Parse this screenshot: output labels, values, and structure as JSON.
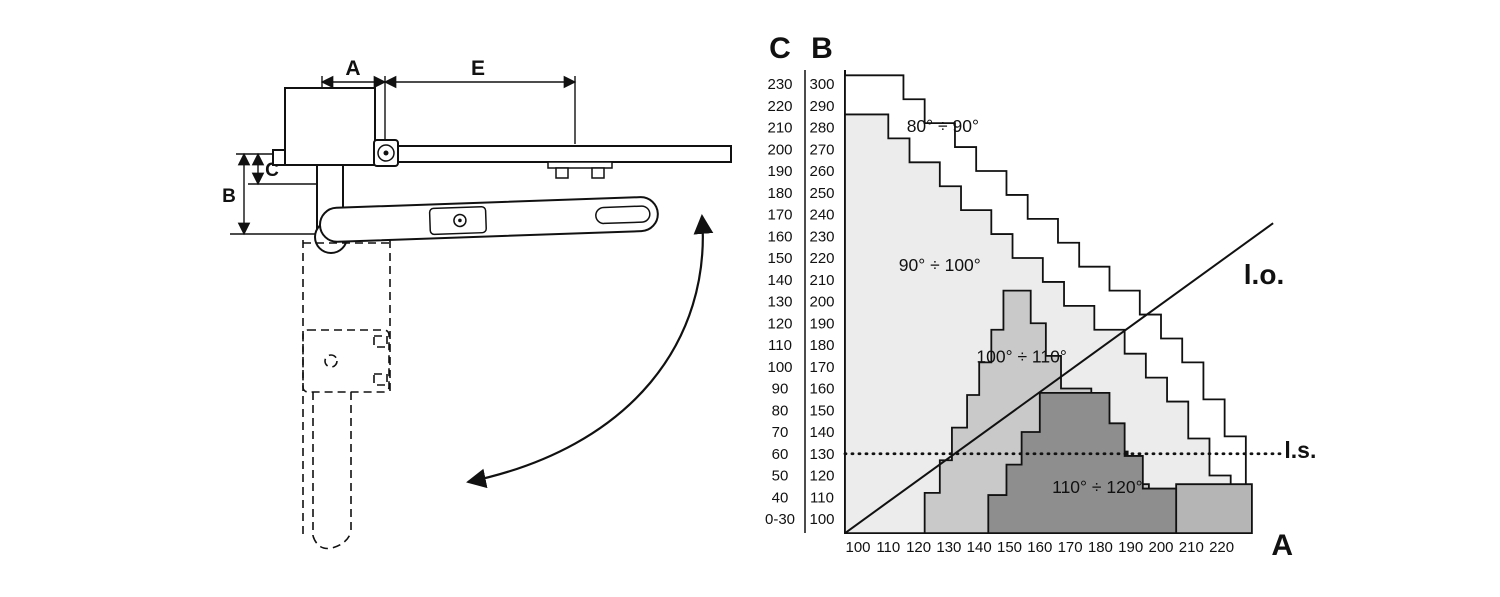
{
  "diagram": {
    "labels": {
      "A": "A",
      "E": "E",
      "C": "C",
      "B": "B"
    }
  },
  "chart_data": {
    "type": "area",
    "x_axis": {
      "label": "A",
      "ticks": [
        100,
        110,
        120,
        130,
        140,
        150,
        160,
        170,
        180,
        190,
        200,
        210,
        220
      ]
    },
    "y_axis_B": {
      "label": "B",
      "ticks": [
        300,
        290,
        280,
        270,
        260,
        250,
        240,
        230,
        220,
        210,
        200,
        190,
        180,
        170,
        160,
        150,
        140,
        130,
        120,
        110,
        100
      ]
    },
    "y_axis_C": {
      "label": "C",
      "ticks": [
        "230",
        "220",
        "210",
        "200",
        "190",
        "180",
        "170",
        "160",
        "150",
        "140",
        "130",
        "120",
        "110",
        "100",
        "90",
        "80",
        "70",
        "60",
        "50",
        "40",
        "0-30"
      ]
    },
    "regions": [
      {
        "name": "80-90",
        "label": "80° ÷ 90°",
        "label_pos": {
          "A": 128,
          "B": 278
        },
        "fill": "#ffffff",
        "steps": [
          [
            95.7,
            304
          ],
          [
            115,
            304
          ],
          [
            115,
            293
          ],
          [
            122,
            293
          ],
          [
            122,
            282
          ],
          [
            132,
            282
          ],
          [
            132,
            271
          ],
          [
            139,
            271
          ],
          [
            139,
            260
          ],
          [
            149,
            260
          ],
          [
            149,
            249
          ],
          [
            156,
            249
          ],
          [
            156,
            238
          ],
          [
            166,
            238
          ],
          [
            166,
            227
          ],
          [
            173,
            227
          ],
          [
            173,
            216
          ],
          [
            183,
            216
          ],
          [
            183,
            205
          ],
          [
            193,
            205
          ],
          [
            193,
            194
          ],
          [
            200,
            194
          ],
          [
            200,
            183
          ],
          [
            207,
            183
          ],
          [
            207,
            172
          ],
          [
            214,
            172
          ],
          [
            214,
            155
          ],
          [
            221,
            155
          ],
          [
            221,
            138
          ],
          [
            228,
            138
          ],
          [
            228,
            93.5
          ],
          [
            95.7,
            93.5
          ]
        ]
      },
      {
        "name": "90-100",
        "label": "90° ÷ 100°",
        "label_pos": {
          "A": 127,
          "B": 214
        },
        "fill": "#ececec",
        "steps": [
          [
            95.7,
            286
          ],
          [
            110,
            286
          ],
          [
            110,
            275
          ],
          [
            117,
            275
          ],
          [
            117,
            264
          ],
          [
            127,
            264
          ],
          [
            127,
            253
          ],
          [
            134,
            253
          ],
          [
            134,
            242
          ],
          [
            144,
            242
          ],
          [
            144,
            231
          ],
          [
            151,
            231
          ],
          [
            151,
            220
          ],
          [
            161,
            220
          ],
          [
            161,
            209
          ],
          [
            168,
            209
          ],
          [
            168,
            198
          ],
          [
            178,
            198
          ],
          [
            178,
            187
          ],
          [
            188,
            187
          ],
          [
            188,
            176
          ],
          [
            195,
            176
          ],
          [
            195,
            165
          ],
          [
            202,
            165
          ],
          [
            202,
            154
          ],
          [
            209,
            154
          ],
          [
            209,
            137
          ],
          [
            216,
            137
          ],
          [
            216,
            120
          ],
          [
            223,
            120
          ],
          [
            223,
            93.5
          ],
          [
            95.7,
            93.5
          ]
        ]
      },
      {
        "name": "100-110",
        "label": "100° ÷ 110°",
        "label_pos": {
          "A": 154,
          "B": 172
        },
        "fill": "#c9c9c9",
        "steps": [
          [
            122,
            93.5
          ],
          [
            122,
            112
          ],
          [
            127,
            112
          ],
          [
            127,
            127
          ],
          [
            131,
            127
          ],
          [
            131,
            142
          ],
          [
            136,
            142
          ],
          [
            136,
            157
          ],
          [
            140,
            157
          ],
          [
            140,
            172
          ],
          [
            144,
            172
          ],
          [
            144,
            187
          ],
          [
            148,
            187
          ],
          [
            148,
            205
          ],
          [
            157,
            205
          ],
          [
            157,
            190
          ],
          [
            162,
            190
          ],
          [
            162,
            175
          ],
          [
            167,
            175
          ],
          [
            167,
            160
          ],
          [
            177,
            160
          ],
          [
            177,
            145
          ],
          [
            183,
            145
          ],
          [
            183,
            131
          ],
          [
            189,
            131
          ],
          [
            189,
            116
          ],
          [
            196,
            116
          ],
          [
            196,
            93.5
          ]
        ]
      },
      {
        "name": "right-block",
        "label": "",
        "label_pos": null,
        "fill": "#b5b5b5",
        "steps": [
          [
            205,
            93.5
          ],
          [
            205,
            116
          ],
          [
            230,
            116
          ],
          [
            230,
            93.5
          ]
        ]
      },
      {
        "name": "110-120",
        "label": "110° ÷ 120°",
        "label_pos": {
          "A": 179,
          "B": 112
        },
        "fill": "#8e8e8e",
        "steps": [
          [
            143,
            93.5
          ],
          [
            143,
            111
          ],
          [
            149,
            111
          ],
          [
            149,
            125
          ],
          [
            154,
            125
          ],
          [
            154,
            140
          ],
          [
            160,
            140
          ],
          [
            160,
            158
          ],
          [
            183,
            158
          ],
          [
            183,
            144
          ],
          [
            188,
            144
          ],
          [
            188,
            129
          ],
          [
            194,
            129
          ],
          [
            194,
            114
          ],
          [
            205,
            114
          ],
          [
            205,
            93.5
          ]
        ]
      }
    ],
    "lines": [
      {
        "name": "lo",
        "label": "l.o.",
        "style": "solid",
        "points": [
          [
            95.7,
            93.5
          ],
          [
            237,
            236
          ]
        ],
        "label_pos": {
          "A": 234,
          "B": 208
        }
      },
      {
        "name": "ls",
        "label": "l.s.",
        "style": "dotted",
        "points": [
          [
            95.7,
            130
          ],
          [
            240,
            130
          ]
        ],
        "label_pos": {
          "A": 246,
          "B": 128
        }
      }
    ]
  }
}
